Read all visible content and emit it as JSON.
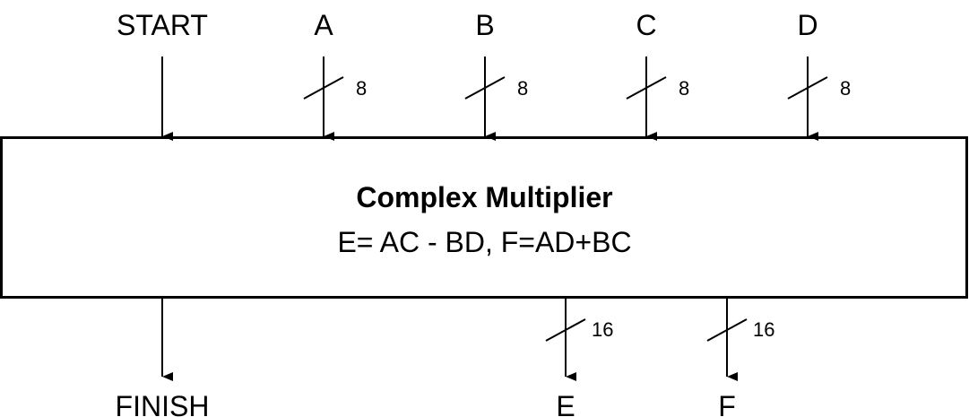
{
  "block": {
    "title": "Complex Multiplier",
    "equations": "E= AC - BD,  F=AD+BC"
  },
  "inputs": [
    {
      "name": "START",
      "width": ""
    },
    {
      "name": "A",
      "width": "8"
    },
    {
      "name": "B",
      "width": "8"
    },
    {
      "name": "C",
      "width": "8"
    },
    {
      "name": "D",
      "width": "8"
    }
  ],
  "outputs": [
    {
      "name": "FINISH",
      "width": ""
    },
    {
      "name": "E",
      "width": "16"
    },
    {
      "name": "F",
      "width": "16"
    }
  ],
  "line_color": "#000000"
}
